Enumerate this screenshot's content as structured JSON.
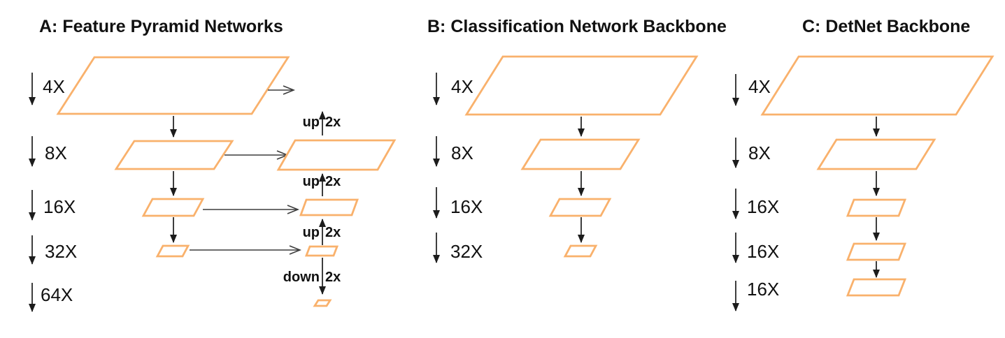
{
  "figure": {
    "colors": {
      "shape_outline": "#F9B16C",
      "arrow": "#1C1C1C",
      "lateral_arrow": "#3D3D3D",
      "text": "#111111",
      "background": "#FFFFFF"
    },
    "panels": [
      {
        "title": "A: Feature Pyramid Networks",
        "scale_labels": [
          "4X",
          "8X",
          "16X",
          "32X",
          "64X"
        ],
        "annotations": [
          {
            "prefix": "up",
            "suffix": "2x"
          },
          {
            "prefix": "up",
            "suffix": "2x"
          },
          {
            "prefix": "up",
            "suffix": "2x"
          },
          {
            "prefix": "down",
            "suffix": "2x"
          }
        ]
      },
      {
        "title": "B: Classification Network Backbone",
        "scale_labels": [
          "4X",
          "8X",
          "16X",
          "32X"
        ]
      },
      {
        "title": "C: DetNet Backbone",
        "scale_labels": [
          "4X",
          "8X",
          "16X",
          "16X",
          "16X"
        ]
      }
    ]
  }
}
